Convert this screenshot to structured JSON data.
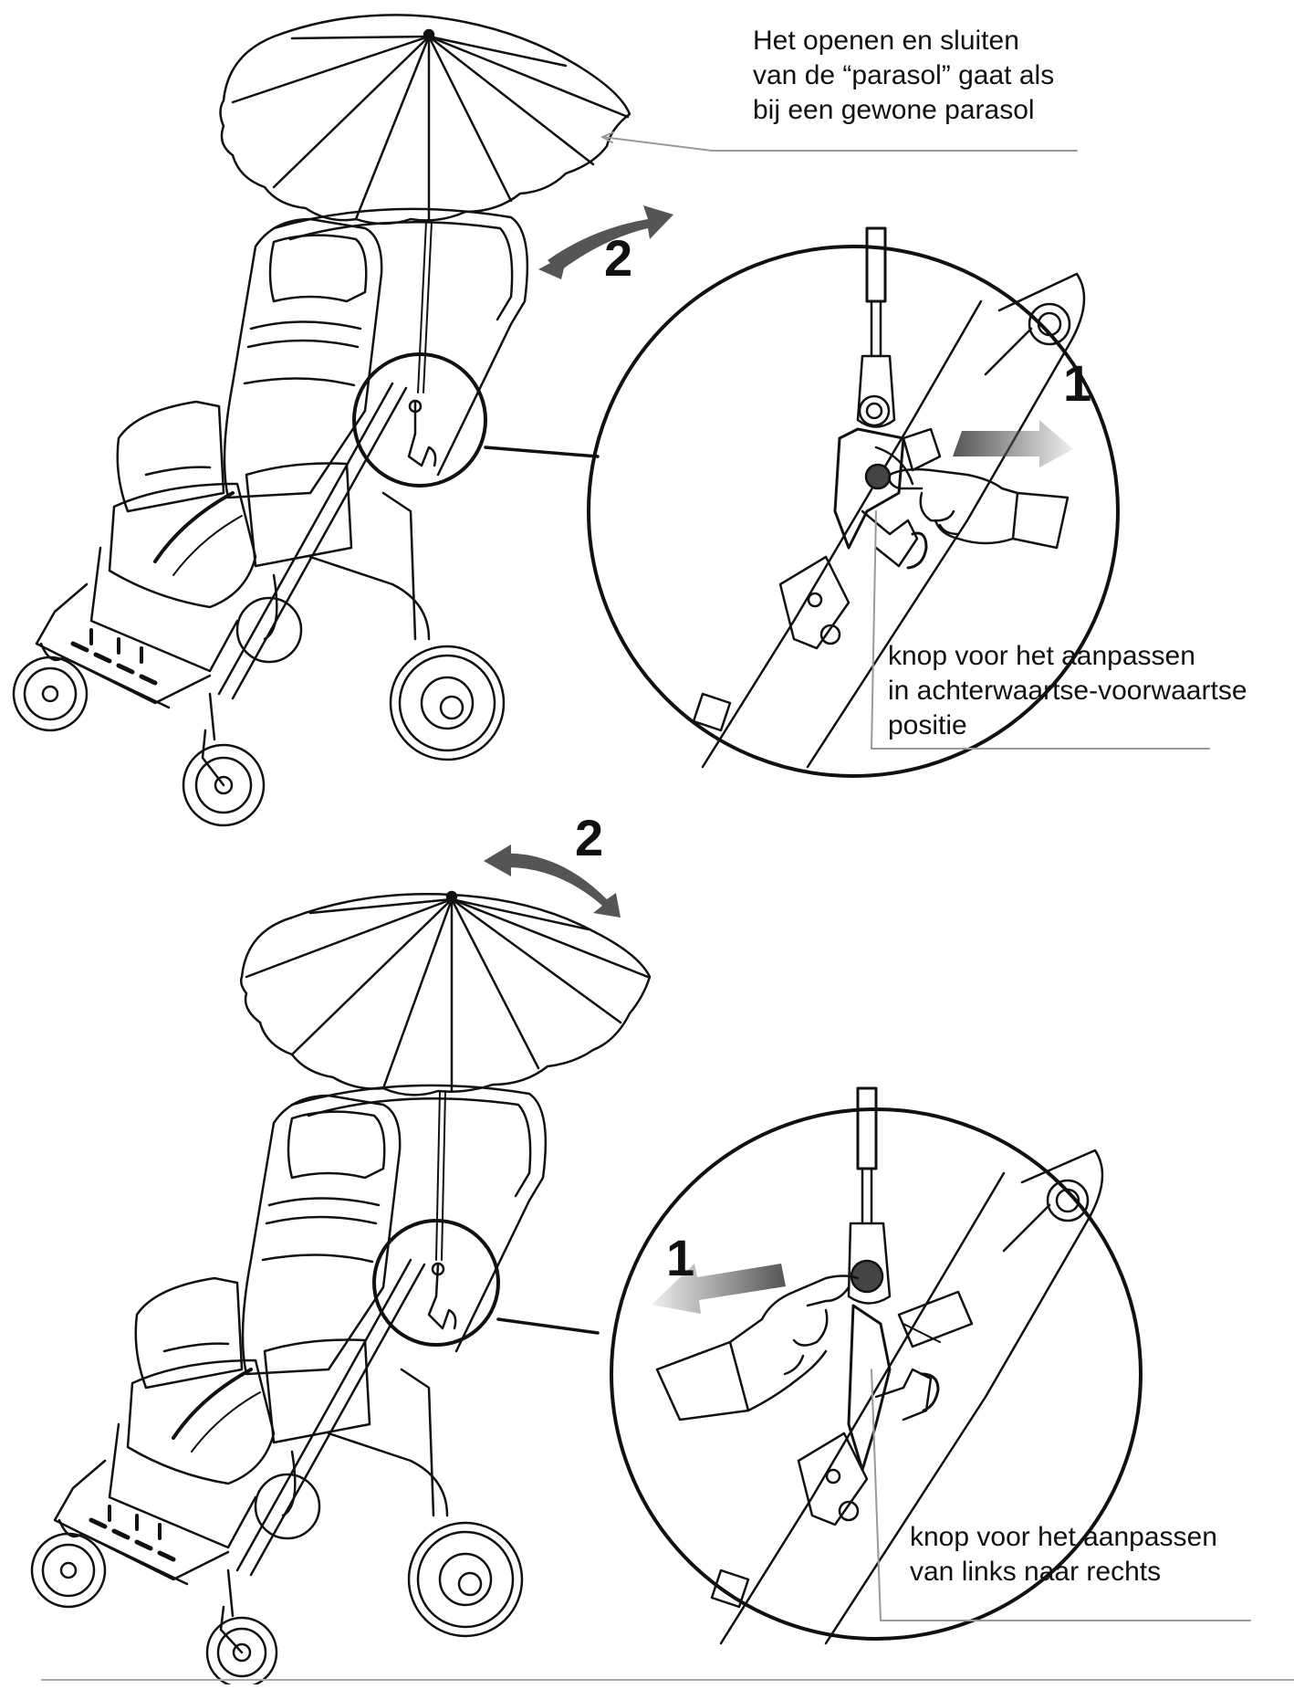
{
  "callouts": {
    "parasol_operation": [
      "Het openen en sluiten",
      "van de “parasol” gaat als",
      "bij een gewone parasol"
    ],
    "knob_front_back": [
      "knop voor het aanpassen",
      "in achterwaartse-voorwaartse",
      "positie"
    ],
    "knob_left_right": [
      "knop voor het aanpassen",
      "van links naar rechts"
    ]
  },
  "step_labels": {
    "top_press": "1",
    "top_rotate": "2",
    "bottom_press": "1",
    "bottom_rotate": "2"
  },
  "colors": {
    "line": "#111111",
    "arrow_fill": "#555555",
    "leader_line": "#999999",
    "knob": "#444444"
  },
  "icons": [
    "umbrella-icon",
    "stroller-icon",
    "curved-double-arrow-icon",
    "push-arrow-icon",
    "hand-icon"
  ]
}
